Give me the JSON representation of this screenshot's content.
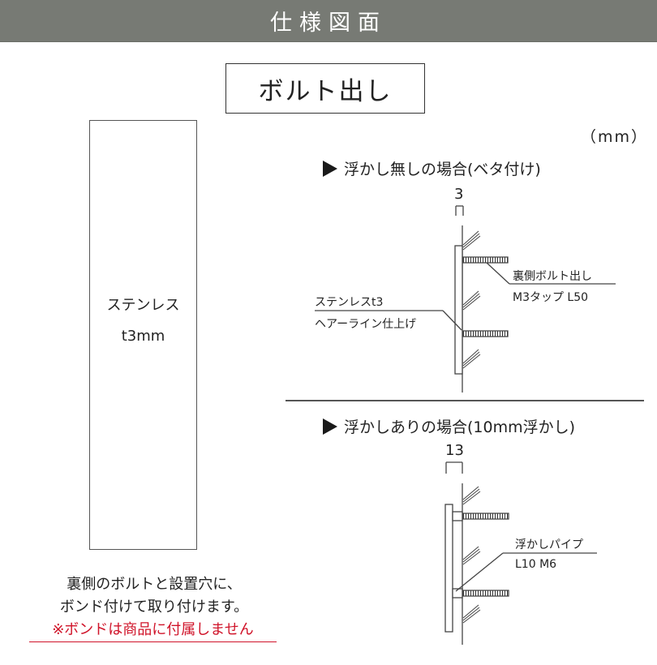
{
  "header": {
    "title": "仕様図面",
    "background": "#777a74"
  },
  "subtitle": "ボルト出し",
  "plate": {
    "material": "ステンレス",
    "thickness": "t3mm"
  },
  "unit": "（mm）",
  "sections": [
    {
      "title": "浮かし無しの場合(ベタ付け)",
      "dimension": "3",
      "labels": {
        "bolt_line1": "裏側ボルト出し",
        "bolt_line2": "M3タップ L50",
        "plate_line1": "ステンレスt3",
        "plate_line2": "ヘアーライン仕上げ"
      }
    },
    {
      "title": "浮かしありの場合(10mm浮かし)",
      "dimension": "13",
      "labels": {
        "pipe_line1": "浮かしパイプ",
        "pipe_line2": "L10 M6"
      }
    }
  ],
  "notes": {
    "line1": "裏側のボルトと設置穴に、",
    "line2": "ボンド付けて取り付けます。",
    "warning": "※ボンドは商品に付属しません",
    "warning_color": "#d0142a"
  }
}
